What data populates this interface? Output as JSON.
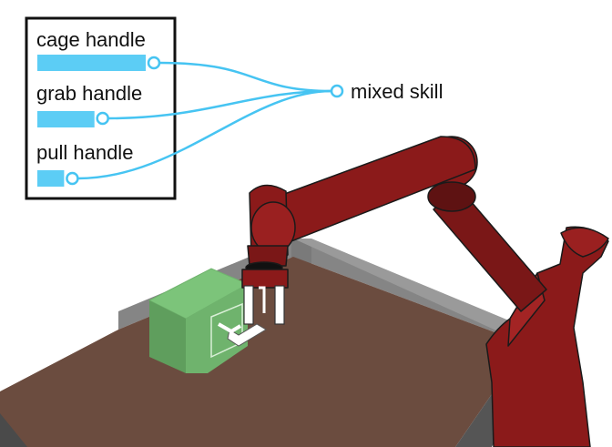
{
  "skills": [
    {
      "label": "cage handle",
      "weight": 0.93
    },
    {
      "label": "grab handle",
      "weight": 0.49
    },
    {
      "label": "pull handle",
      "weight": 0.23
    }
  ],
  "output": {
    "label": "mixed skill"
  },
  "colors": {
    "bar": "#5ccdf5",
    "connector": "#46c4f2",
    "robot": "#8b1a1a",
    "robot_dark": "#5e1212",
    "table_top": "#6b4c3f",
    "table_side": "#5a5a5a",
    "table_back": "#858585",
    "box_front": "#5f9e5d",
    "box_top": "#7cc47a",
    "box_side": "#70b86e"
  }
}
